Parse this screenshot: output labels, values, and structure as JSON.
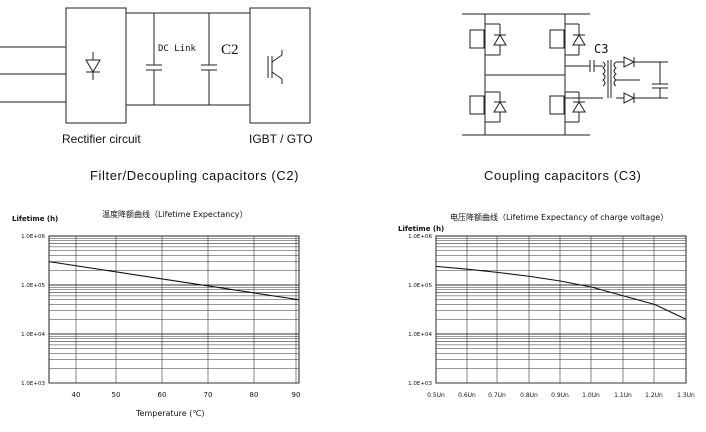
{
  "top_left": {
    "rectifier_label": "Rectifier circuit",
    "dc_link_label": "DC Link",
    "c2_label": "C2",
    "igbt_label": "IGBT / GTO",
    "caption": "Filter/Decoupling capacitors (C2)"
  },
  "top_right": {
    "c3_label": "C3",
    "caption": "Coupling capacitors (C3)"
  },
  "chart_data": [
    {
      "type": "line",
      "title": "温度降额曲线（Lifetime Expectancy）",
      "ylabel": "Lifetime (h)",
      "xlabel": "Temperature (℃)",
      "x_ticks": [
        "40",
        "50",
        "60",
        "70",
        "80",
        "90"
      ],
      "y_ticks": [
        "1.0E+06",
        "1.0E+05",
        "1.0E+04",
        "1.0E+03"
      ],
      "y_scale": "log",
      "xlim": [
        35,
        90
      ],
      "ylim": [
        1000,
        1000000
      ],
      "grid": true,
      "series": [
        {
          "x": [
            35,
            90
          ],
          "y": [
            300000,
            50000
          ]
        }
      ]
    },
    {
      "type": "line",
      "title": "电压降额曲线（Lifetime Expectancy of charge voltage）",
      "ylabel": "Lifetime (h)",
      "xlabel": "",
      "x_ticks": [
        "0.5Un",
        "0.6Un",
        "0.7Un",
        "0.8Un",
        "0.9Un",
        "1.0Un",
        "1.1Un",
        "1.2Un",
        "1.3Un"
      ],
      "y_ticks": [
        "1.0E+06",
        "1.0E+05",
        "1.0E+04",
        "1.0E+03"
      ],
      "y_scale": "log",
      "xlim": [
        0.5,
        1.3
      ],
      "ylim": [
        1000,
        1000000
      ],
      "grid": true,
      "series": [
        {
          "x": [
            0.5,
            0.6,
            0.7,
            0.8,
            0.9,
            1.0,
            1.1,
            1.2,
            1.3
          ],
          "y": [
            240000,
            210000,
            180000,
            150000,
            120000,
            90000,
            60000,
            40000,
            20000
          ]
        }
      ]
    }
  ]
}
